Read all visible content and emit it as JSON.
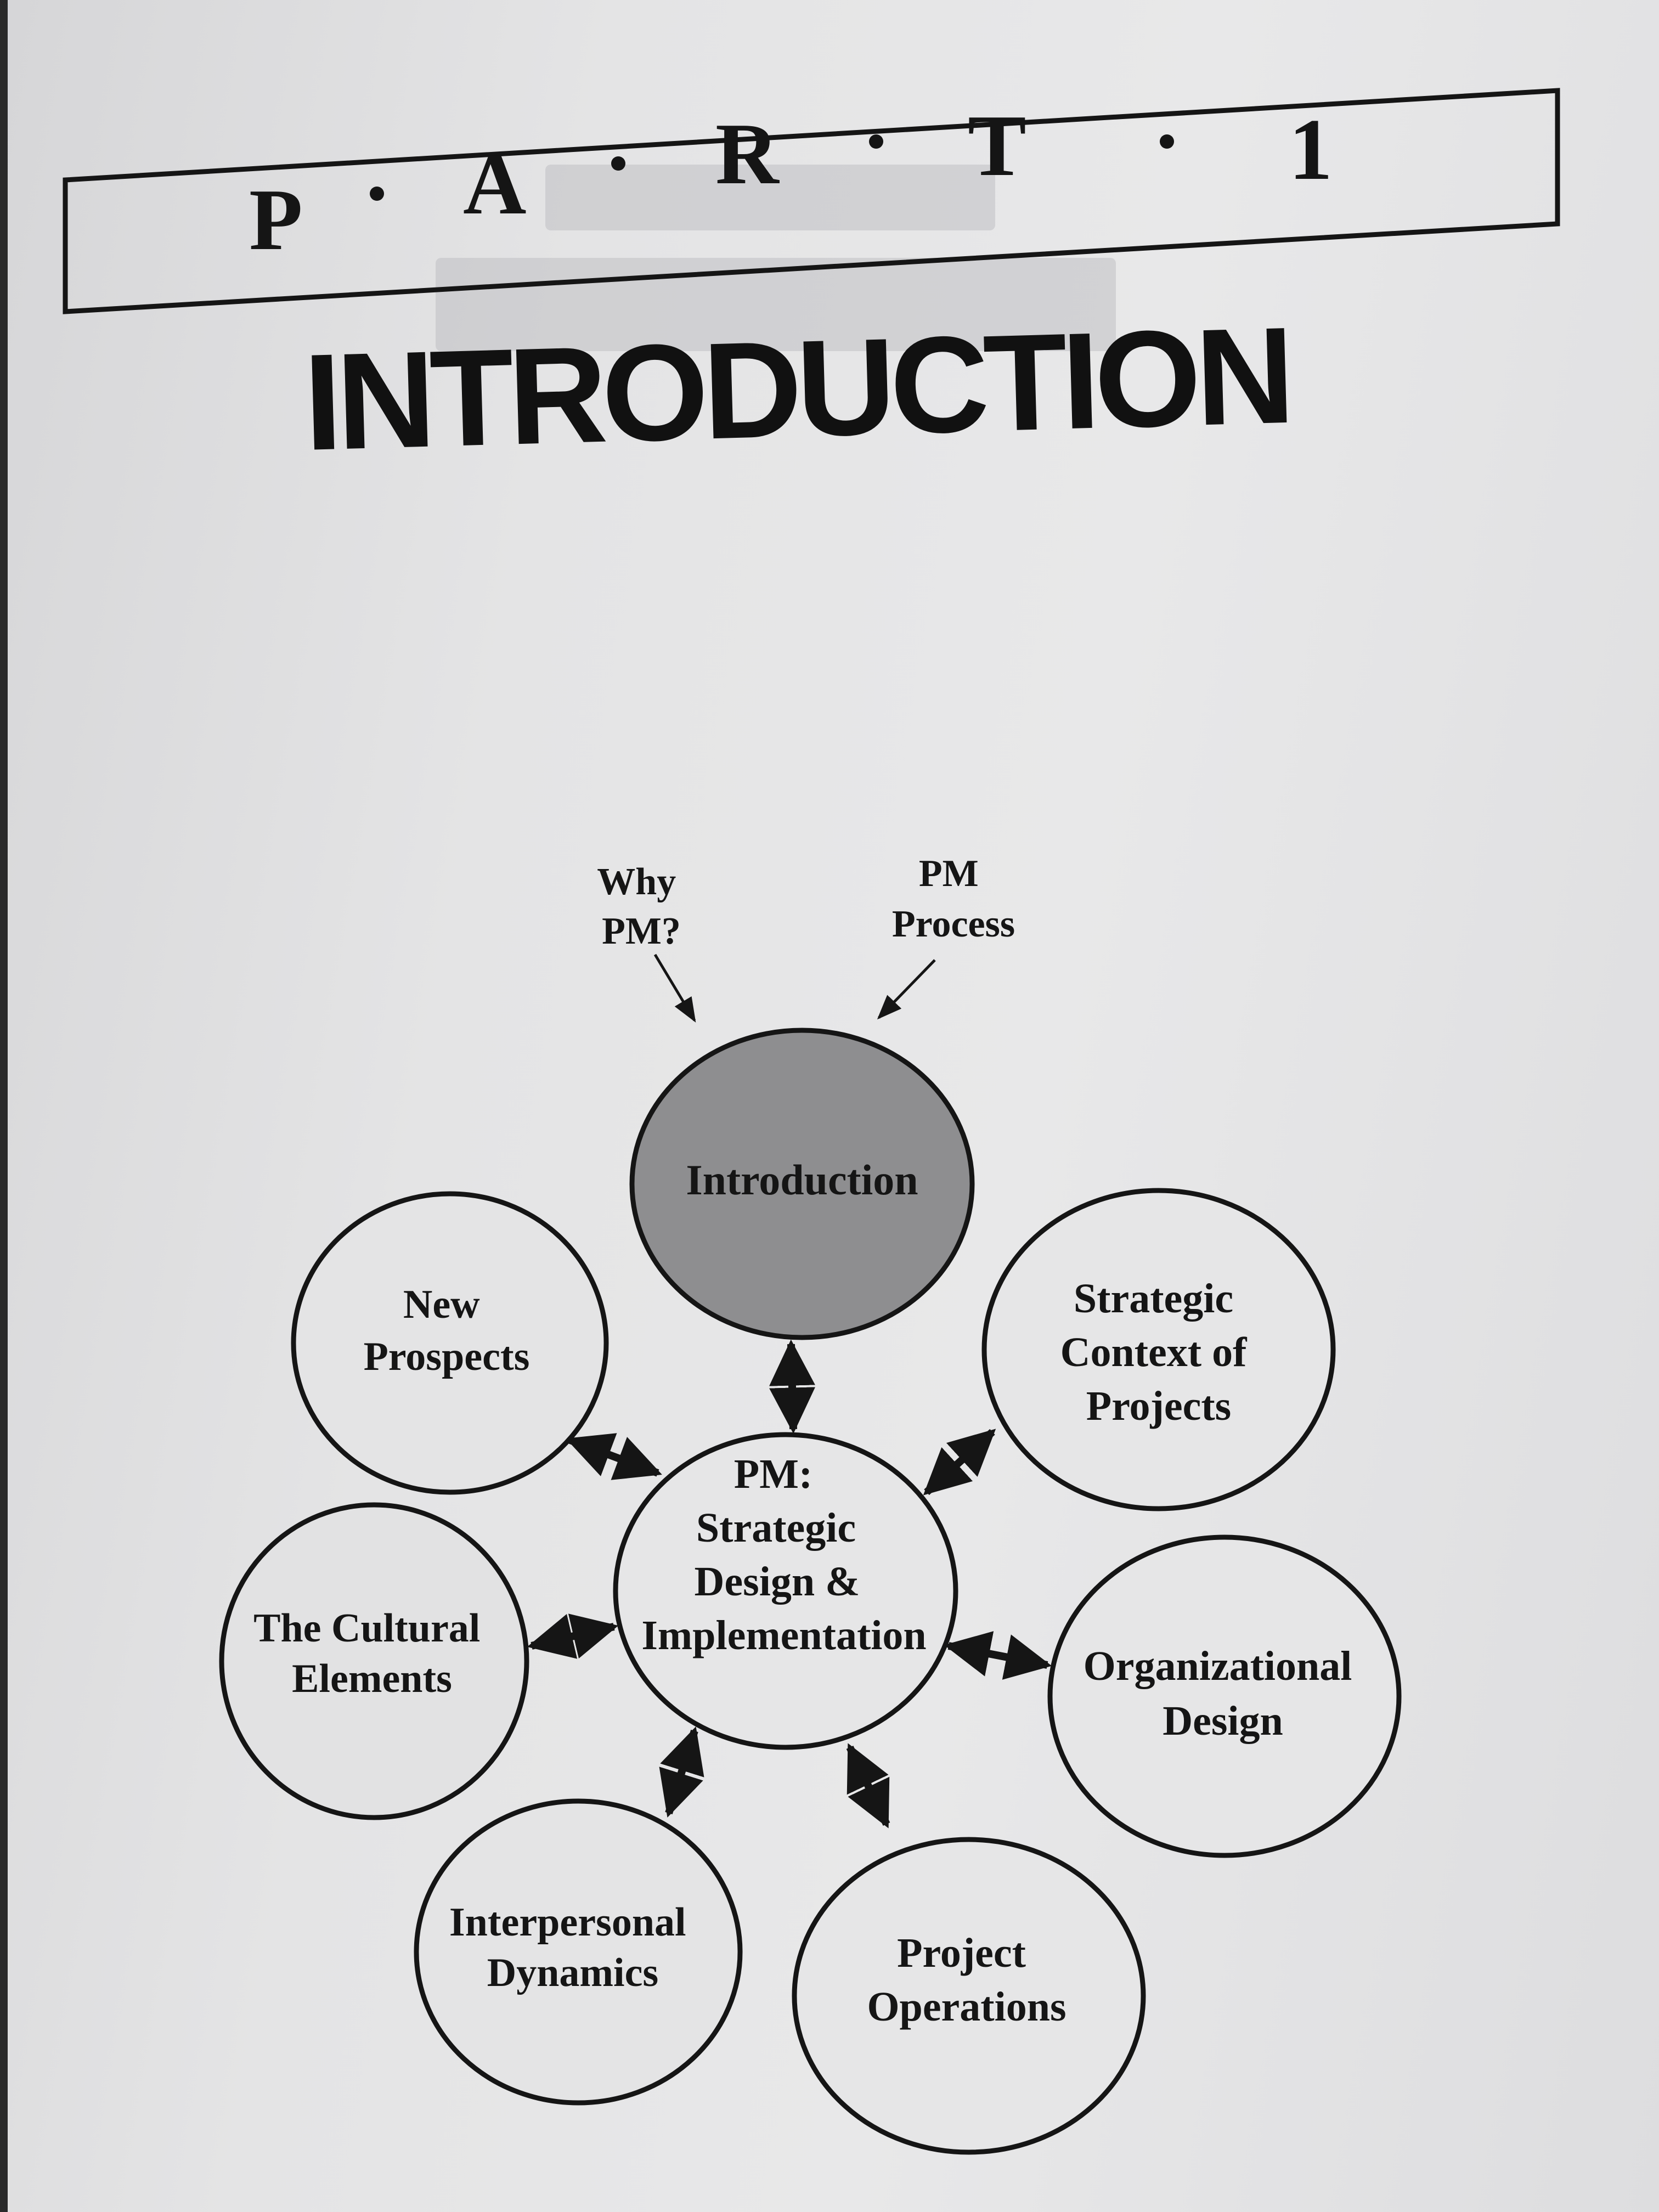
{
  "header": {
    "part_letters": [
      "P",
      "A",
      "R",
      "T",
      "1"
    ],
    "title": "INTRODUCTION"
  },
  "diagram": {
    "inputs": [
      {
        "id": "why-pm",
        "lines": [
          "Why",
          "PM?"
        ]
      },
      {
        "id": "pm-process",
        "lines": [
          "PM",
          "Process"
        ]
      }
    ],
    "center": {
      "lines": [
        "PM:",
        "Strategic",
        "Design &",
        "Implementation"
      ]
    },
    "nodes": [
      {
        "id": "introduction",
        "lines": [
          "Introduction"
        ],
        "highlight": true
      },
      {
        "id": "new-prospects",
        "lines": [
          "New",
          "Prospects"
        ]
      },
      {
        "id": "strategic-context",
        "lines": [
          "Strategic",
          "Context of",
          "Projects"
        ]
      },
      {
        "id": "cultural-elements",
        "lines": [
          "The Cultural",
          "Elements"
        ]
      },
      {
        "id": "organizational-design",
        "lines": [
          "Organizational",
          "Design"
        ]
      },
      {
        "id": "interpersonal-dynamics",
        "lines": [
          "Interpersonal",
          "Dynamics"
        ]
      },
      {
        "id": "project-operations",
        "lines": [
          "Project",
          "Operations"
        ]
      }
    ]
  },
  "colors": {
    "ink": "#151515",
    "highlight_fill": "#8e8e90",
    "node_fill": "#e6e6e7"
  }
}
